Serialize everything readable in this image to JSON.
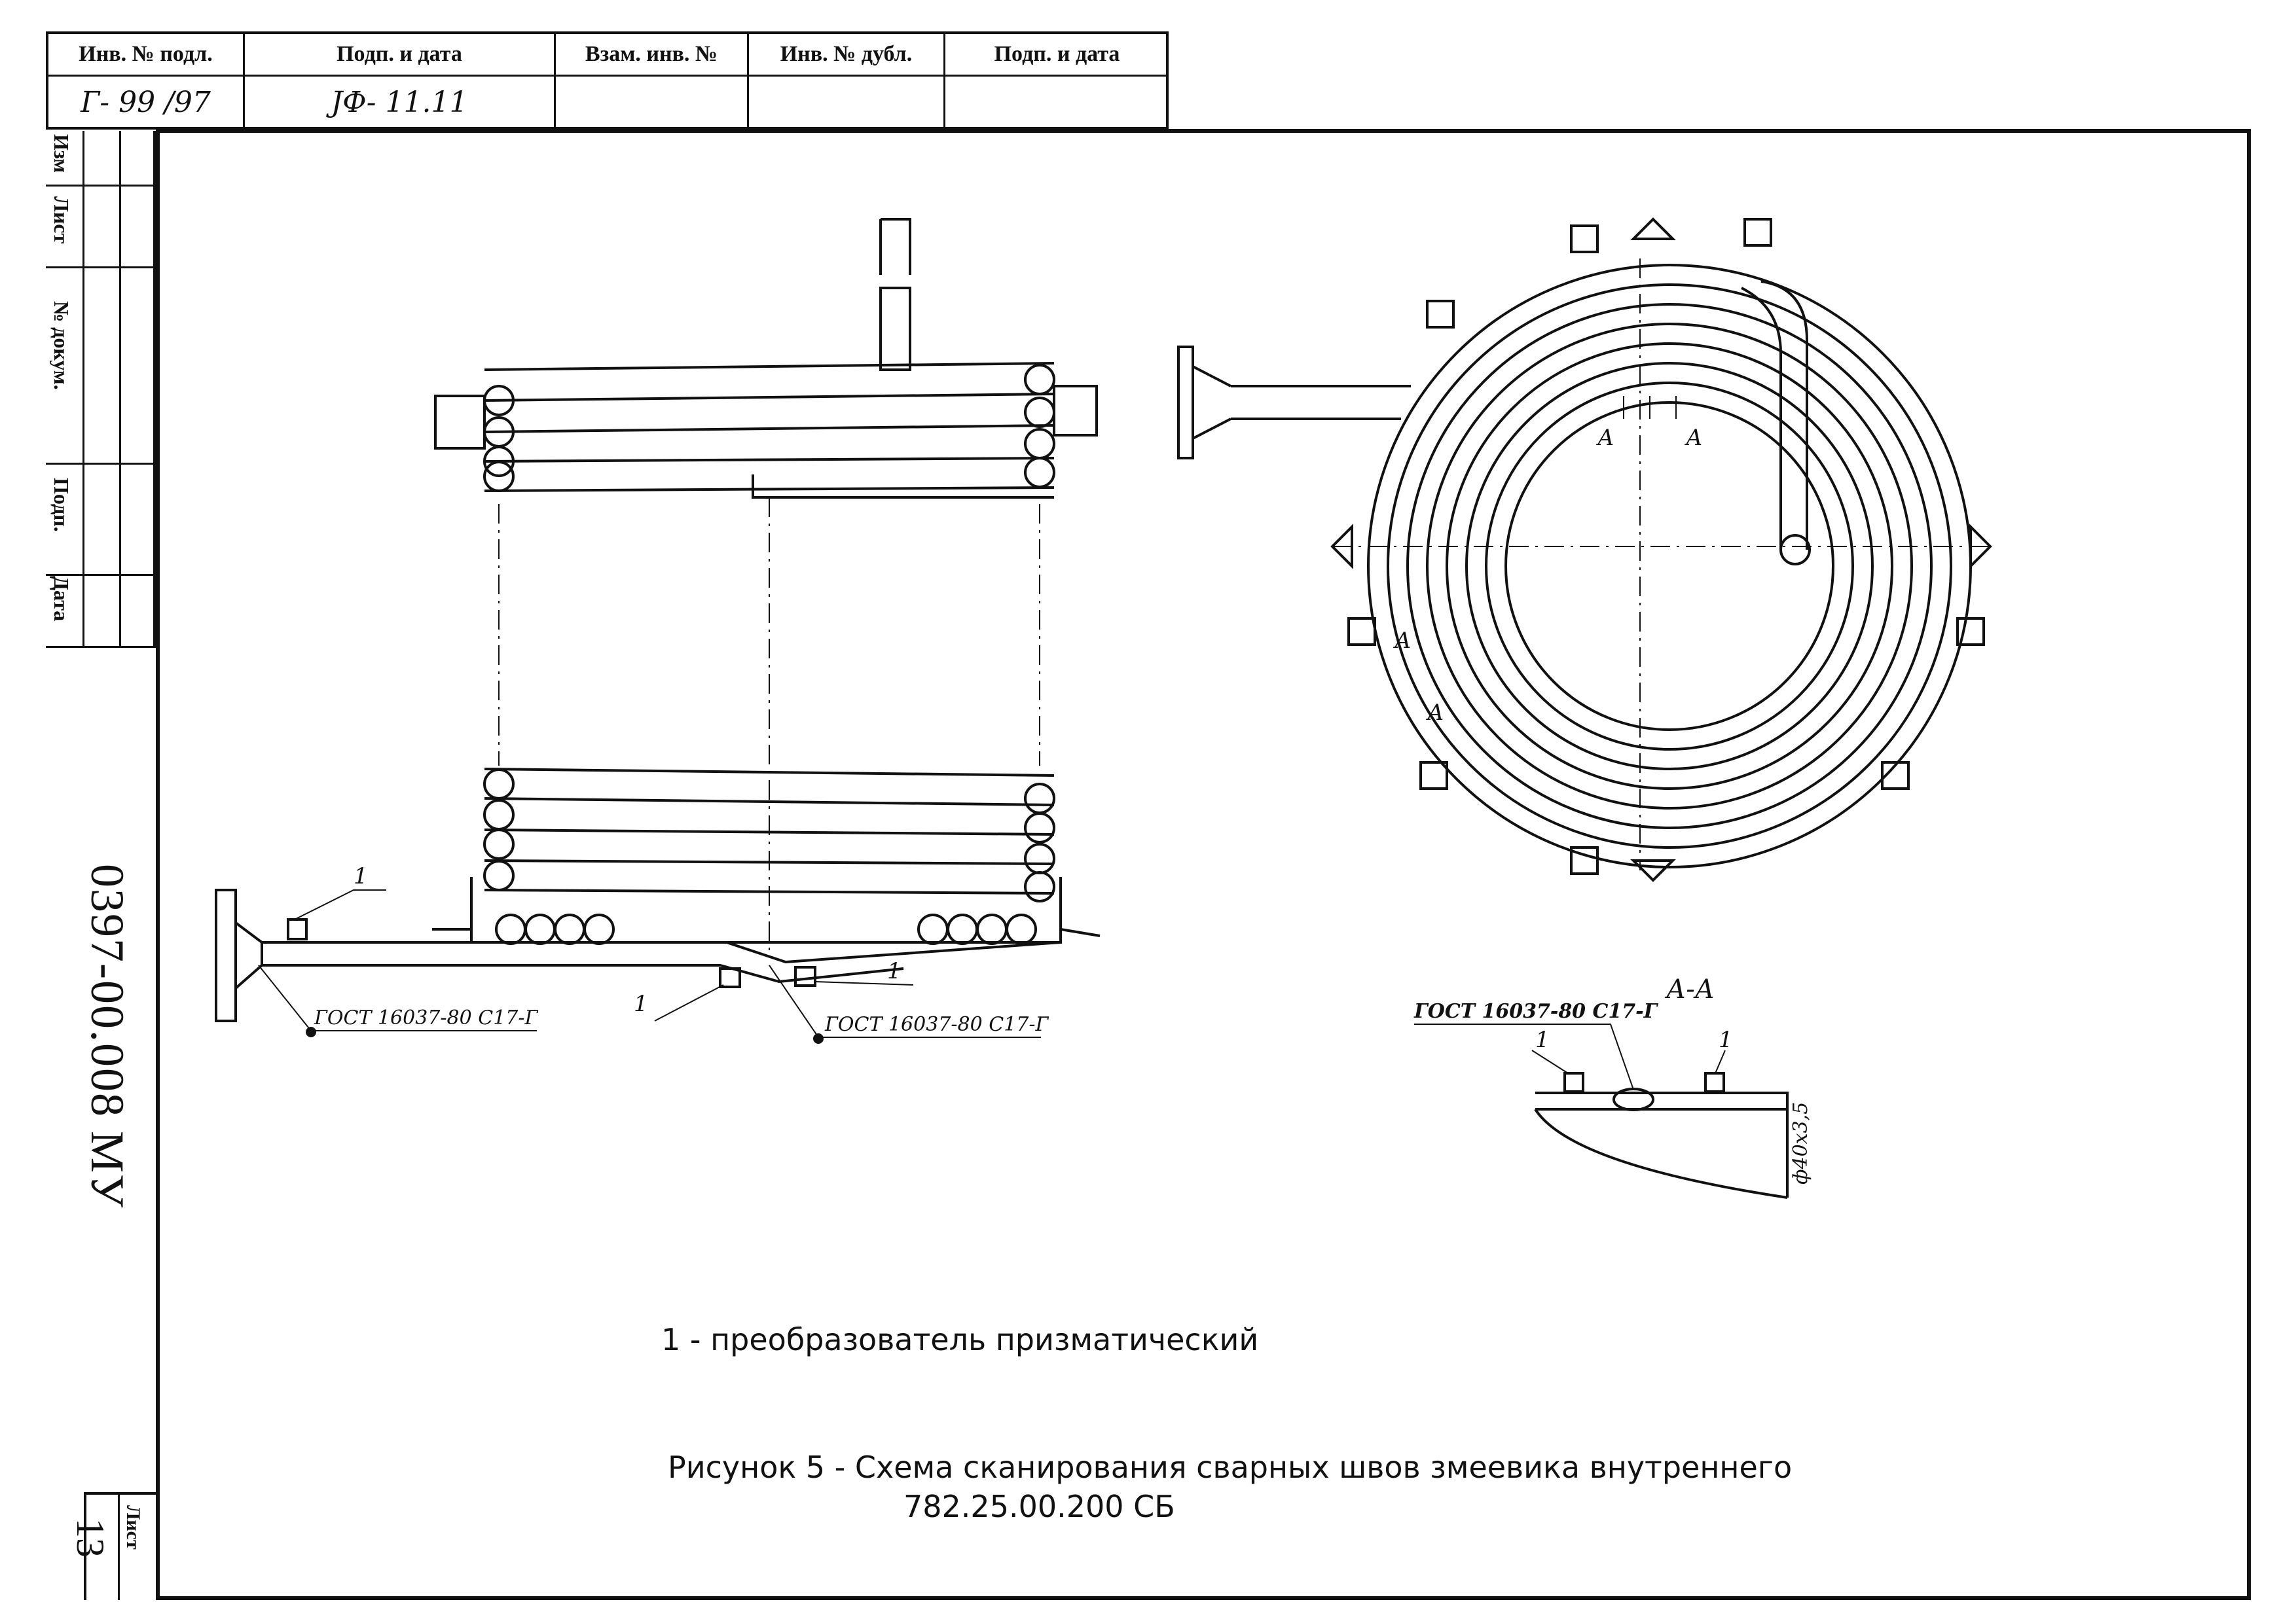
{
  "stamp_top": {
    "headers": [
      "Инв. № подл.",
      "Подп. и дата",
      "Взам. инв. №",
      "Инв. № дубл.",
      "Подп. и дата"
    ],
    "values": [
      "Г- 99 /97",
      "ЈФ- 11.11",
      "",
      "",
      ""
    ]
  },
  "stamp_left": {
    "labels": [
      "Изм",
      "Лист",
      "№ докум.",
      "Подп.",
      "Дата"
    ]
  },
  "document_number": "0397-00.008 МУ",
  "sheet": {
    "label": "Лист",
    "number": "13"
  },
  "drawing": {
    "callout_1": "1",
    "weld_spec_1": "ГОСТ 16037-80 С17-Г",
    "weld_spec_2": "ГОСТ 16037-80 С17-Г",
    "weld_spec_section": "ГОСТ 16037-80 С17-Г",
    "section_mark": "А",
    "section_title": "А-А",
    "pipe_dim": "ф40х3,5"
  },
  "legend": {
    "item": "1 - преобразователь призматический"
  },
  "figure": {
    "line1": "Рисунок 5  -  Схема сканирования сварных швов змеевика внутреннего",
    "line2": "782.25.00.200 СБ"
  }
}
